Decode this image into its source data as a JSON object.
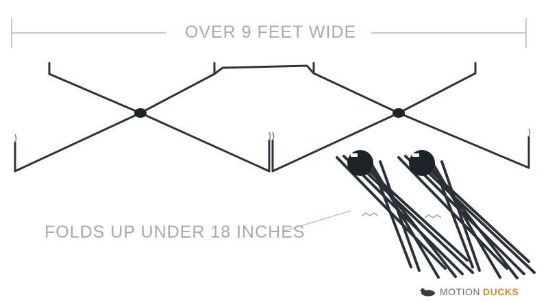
{
  "headline": "OVER 9 FEET WIDE",
  "fold_caption": "FOLDS UP UNDER 18 INCHES",
  "brand": {
    "part1": "MOTION",
    "part2": "DUCKS",
    "logo_icon": "duck-icon"
  },
  "colors": {
    "frame": "#2b323a",
    "guide": "#b5b5b5",
    "text": "#a9a9a9",
    "brand_accent": "#d98a1c"
  }
}
